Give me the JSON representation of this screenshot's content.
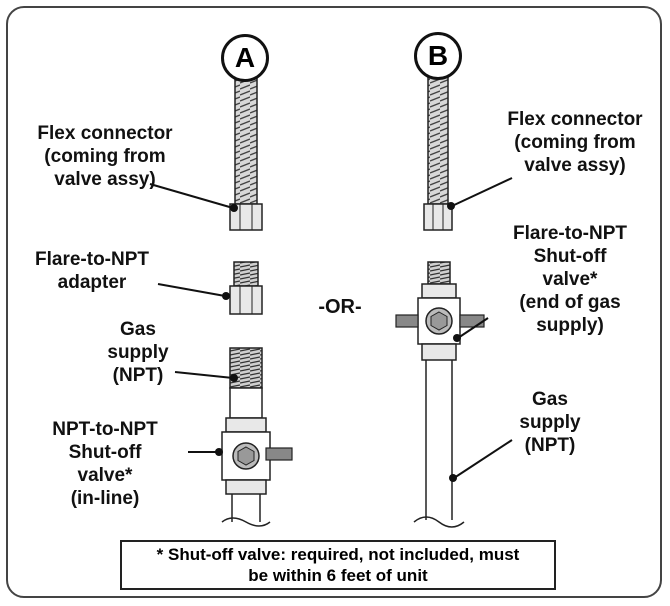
{
  "options": [
    {
      "marker": "A",
      "flex_connector_label": "Flex connector\n(coming from\nvalve assy)",
      "adapter_label": "Flare-to-NPT\nadapter",
      "gas_supply_label": "Gas\nsupply\n(NPT)",
      "valve_label": "NPT-to-NPT\nShut-off\nvalve*\n(in-line)"
    },
    {
      "marker": "B",
      "flex_connector_label": "Flex connector\n(coming from\nvalve assy)",
      "valve_label": "Flare-to-NPT\nShut-off\nvalve*\n(end of gas\nsupply)",
      "gas_supply_label": "Gas\nsupply\n(NPT)"
    }
  ],
  "separator": "-OR-",
  "footnote": "* Shut-off valve: required, not included, must\nbe within 6 feet of unit"
}
